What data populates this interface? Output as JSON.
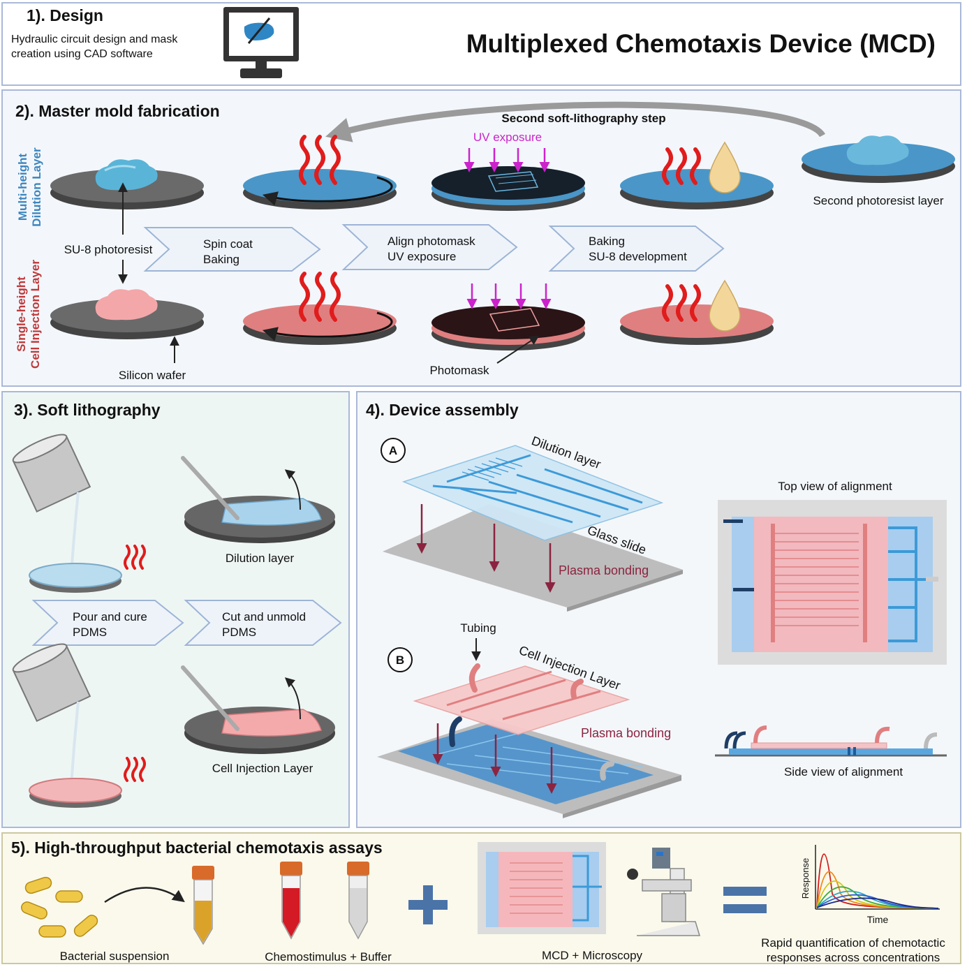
{
  "panel1": {
    "heading": "1). Design",
    "desc_line1": "Hydraulic circuit design and mask",
    "desc_line2": "creation using CAD software",
    "main_title": "Multiplexed Chemotaxis Device (MCD)"
  },
  "panel2": {
    "heading": "2). Master mold fabrication",
    "second_step": "Second soft-lithography step",
    "uv_exposure": "UV exposure",
    "multi_line1": "Multi-height",
    "multi_line2": "Dilution Layer",
    "single_line1": "Single-height",
    "single_line2": "Cell Injection Layer",
    "su8": "SU-8 photoresist",
    "silicon": "Silicon wafer",
    "photomask": "Photomask",
    "second_resist": "Second photoresist layer",
    "step1_line1": "Spin coat",
    "step1_line2": "Baking",
    "step2_line1": "Align photomask",
    "step2_line2": "UV exposure",
    "step3_line1": "Baking",
    "step3_line2": "SU-8 development"
  },
  "panel3": {
    "heading": "3). Soft lithography",
    "dilution": "Dilution layer",
    "cell": "Cell Injection Layer",
    "step1_line1": "Pour and cure",
    "step1_line2": "PDMS",
    "step2_line1": "Cut and unmold",
    "step2_line2": "PDMS"
  },
  "panel4": {
    "heading": "4). Device assembly",
    "label_a": "A",
    "label_b": "B",
    "dilution_layer": "Dilution layer",
    "glass_slide": "Glass slide",
    "plasma_a": "Plasma bonding",
    "tubing": "Tubing",
    "cell_layer": "Cell Injection Layer",
    "plasma_b": "Plasma bonding",
    "top_view": "Top view of alignment",
    "side_view": "Side view of alignment"
  },
  "panel5": {
    "heading": "5). High-throughput bacterial chemotaxis assays",
    "bacterial": "Bacterial suspension",
    "chemostimulus": "Chemostimulus + Buffer",
    "mcd": "MCD + Microscopy",
    "response_axis": "Response",
    "time_axis": "Time",
    "rapid_line1": "Rapid quantification of chemotactic",
    "rapid_line2": "responses across concentrations"
  },
  "colors": {
    "panel_border": "#aab8d8",
    "blue_resist": "#4a96c8",
    "pink_resist": "#e07f80",
    "wafer": "#555555",
    "heat": "#e01c1c",
    "uv": "#cc22cc",
    "plasma": "#8b2440"
  }
}
